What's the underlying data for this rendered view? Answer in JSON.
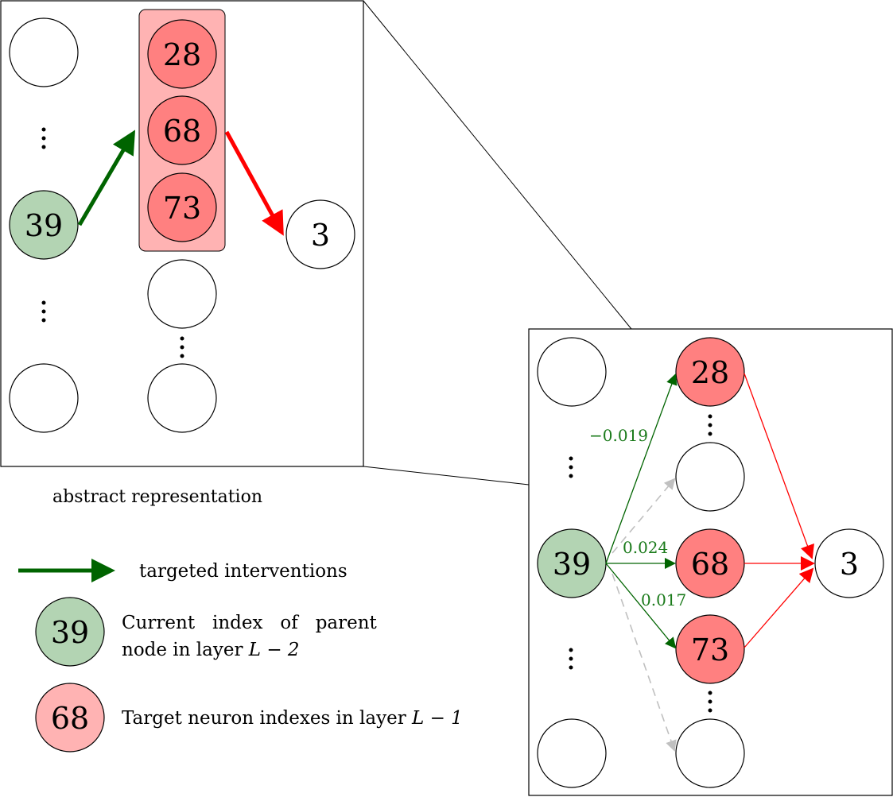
{
  "abstract": {
    "caption": "abstract representation",
    "parent_node": "39",
    "target_nodes": [
      "28",
      "68",
      "73"
    ],
    "output_node": "3"
  },
  "detail": {
    "parent_node": "39",
    "target_nodes": [
      "28",
      "68",
      "73"
    ],
    "output_node": "3",
    "weights": [
      "−0.019",
      "0.024",
      "0.017"
    ]
  },
  "legend": {
    "arrow_label": "targeted interventions",
    "parent_example": "39",
    "parent_label_line1": "Current   index   of   parent",
    "parent_label_line2_prefix": "node in layer ",
    "parent_label_line2_math": "L − 2",
    "target_example": "68",
    "target_label_prefix": "Target neuron indexes in layer ",
    "target_label_math": "L − 1"
  },
  "colors": {
    "green_node": "#b3d4b3",
    "red_node": "#ff8080",
    "highlight_box": "#ffb3b3",
    "green_arrow": "#006400",
    "red_arrow": "#ff0000",
    "gray_arrow": "#c0c0c0",
    "weight_text": "#1a7a1a"
  }
}
